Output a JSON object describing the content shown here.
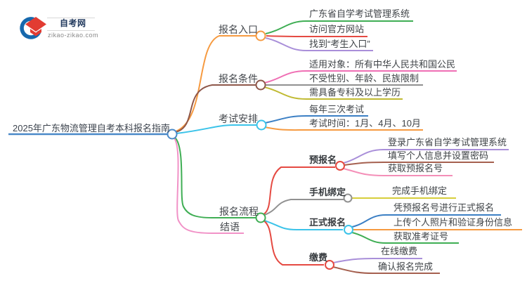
{
  "logo": {
    "site_name": "自考网",
    "site_url": "zikao-zikao.com"
  },
  "root": {
    "label": "2025年广东物流管理自考本科报名指南"
  },
  "branches": [
    {
      "label": "报名入口",
      "children": [
        {
          "label": "广东省自学考试管理系统"
        },
        {
          "label": "访问官方网站"
        },
        {
          "label": "找到“考生入口”"
        }
      ]
    },
    {
      "label": "报名条件",
      "children": [
        {
          "label": "适用对象：所有中华人民共和国公民"
        },
        {
          "label": "不受性别、年龄、民族限制"
        },
        {
          "label": "需具备专科及以上学历"
        }
      ]
    },
    {
      "label": "考试安排",
      "children": [
        {
          "label": "每年三次考试"
        },
        {
          "label": "考试时间：1月、4月、10月"
        }
      ]
    },
    {
      "label": "报名流程",
      "children": [
        {
          "label": "预报名",
          "children": [
            {
              "label": "登录广东省自学考试管理系统"
            },
            {
              "label": "填写个人信息并设置密码"
            },
            {
              "label": "获取预报名号"
            }
          ]
        },
        {
          "label": "手机绑定",
          "children": [
            {
              "label": "完成手机绑定"
            }
          ]
        },
        {
          "label": "正式报名",
          "children": [
            {
              "label": "凭预报名号进行正式报名"
            },
            {
              "label": "上传个人照片和验证身份信息"
            },
            {
              "label": "获取准考证号"
            }
          ]
        },
        {
          "label": "缴费",
          "children": [
            {
              "label": "在线缴费"
            },
            {
              "label": "确认报名完成"
            }
          ]
        }
      ]
    },
    {
      "label": "结语",
      "children": []
    }
  ],
  "palette": {
    "root_blue": "#4a89c8",
    "orange": "#f69a40",
    "maroon": "#8e574a",
    "cyan": "#3bc3e9",
    "green": "#3fae54",
    "pink_light": "#f192c7",
    "red": "#e54a42",
    "purple": "#a98fd9",
    "magenta": "#ef6fb4",
    "gray": "#919191",
    "olive": "#c0ba32",
    "blue": "#3b7fc4",
    "yellow": "#d6ce3b",
    "pink": "#f48fb8",
    "maroon_light": "#a5604f",
    "logo_blue": "#1668ad",
    "logo_red": "#e23c32",
    "text": "#3e4347"
  }
}
